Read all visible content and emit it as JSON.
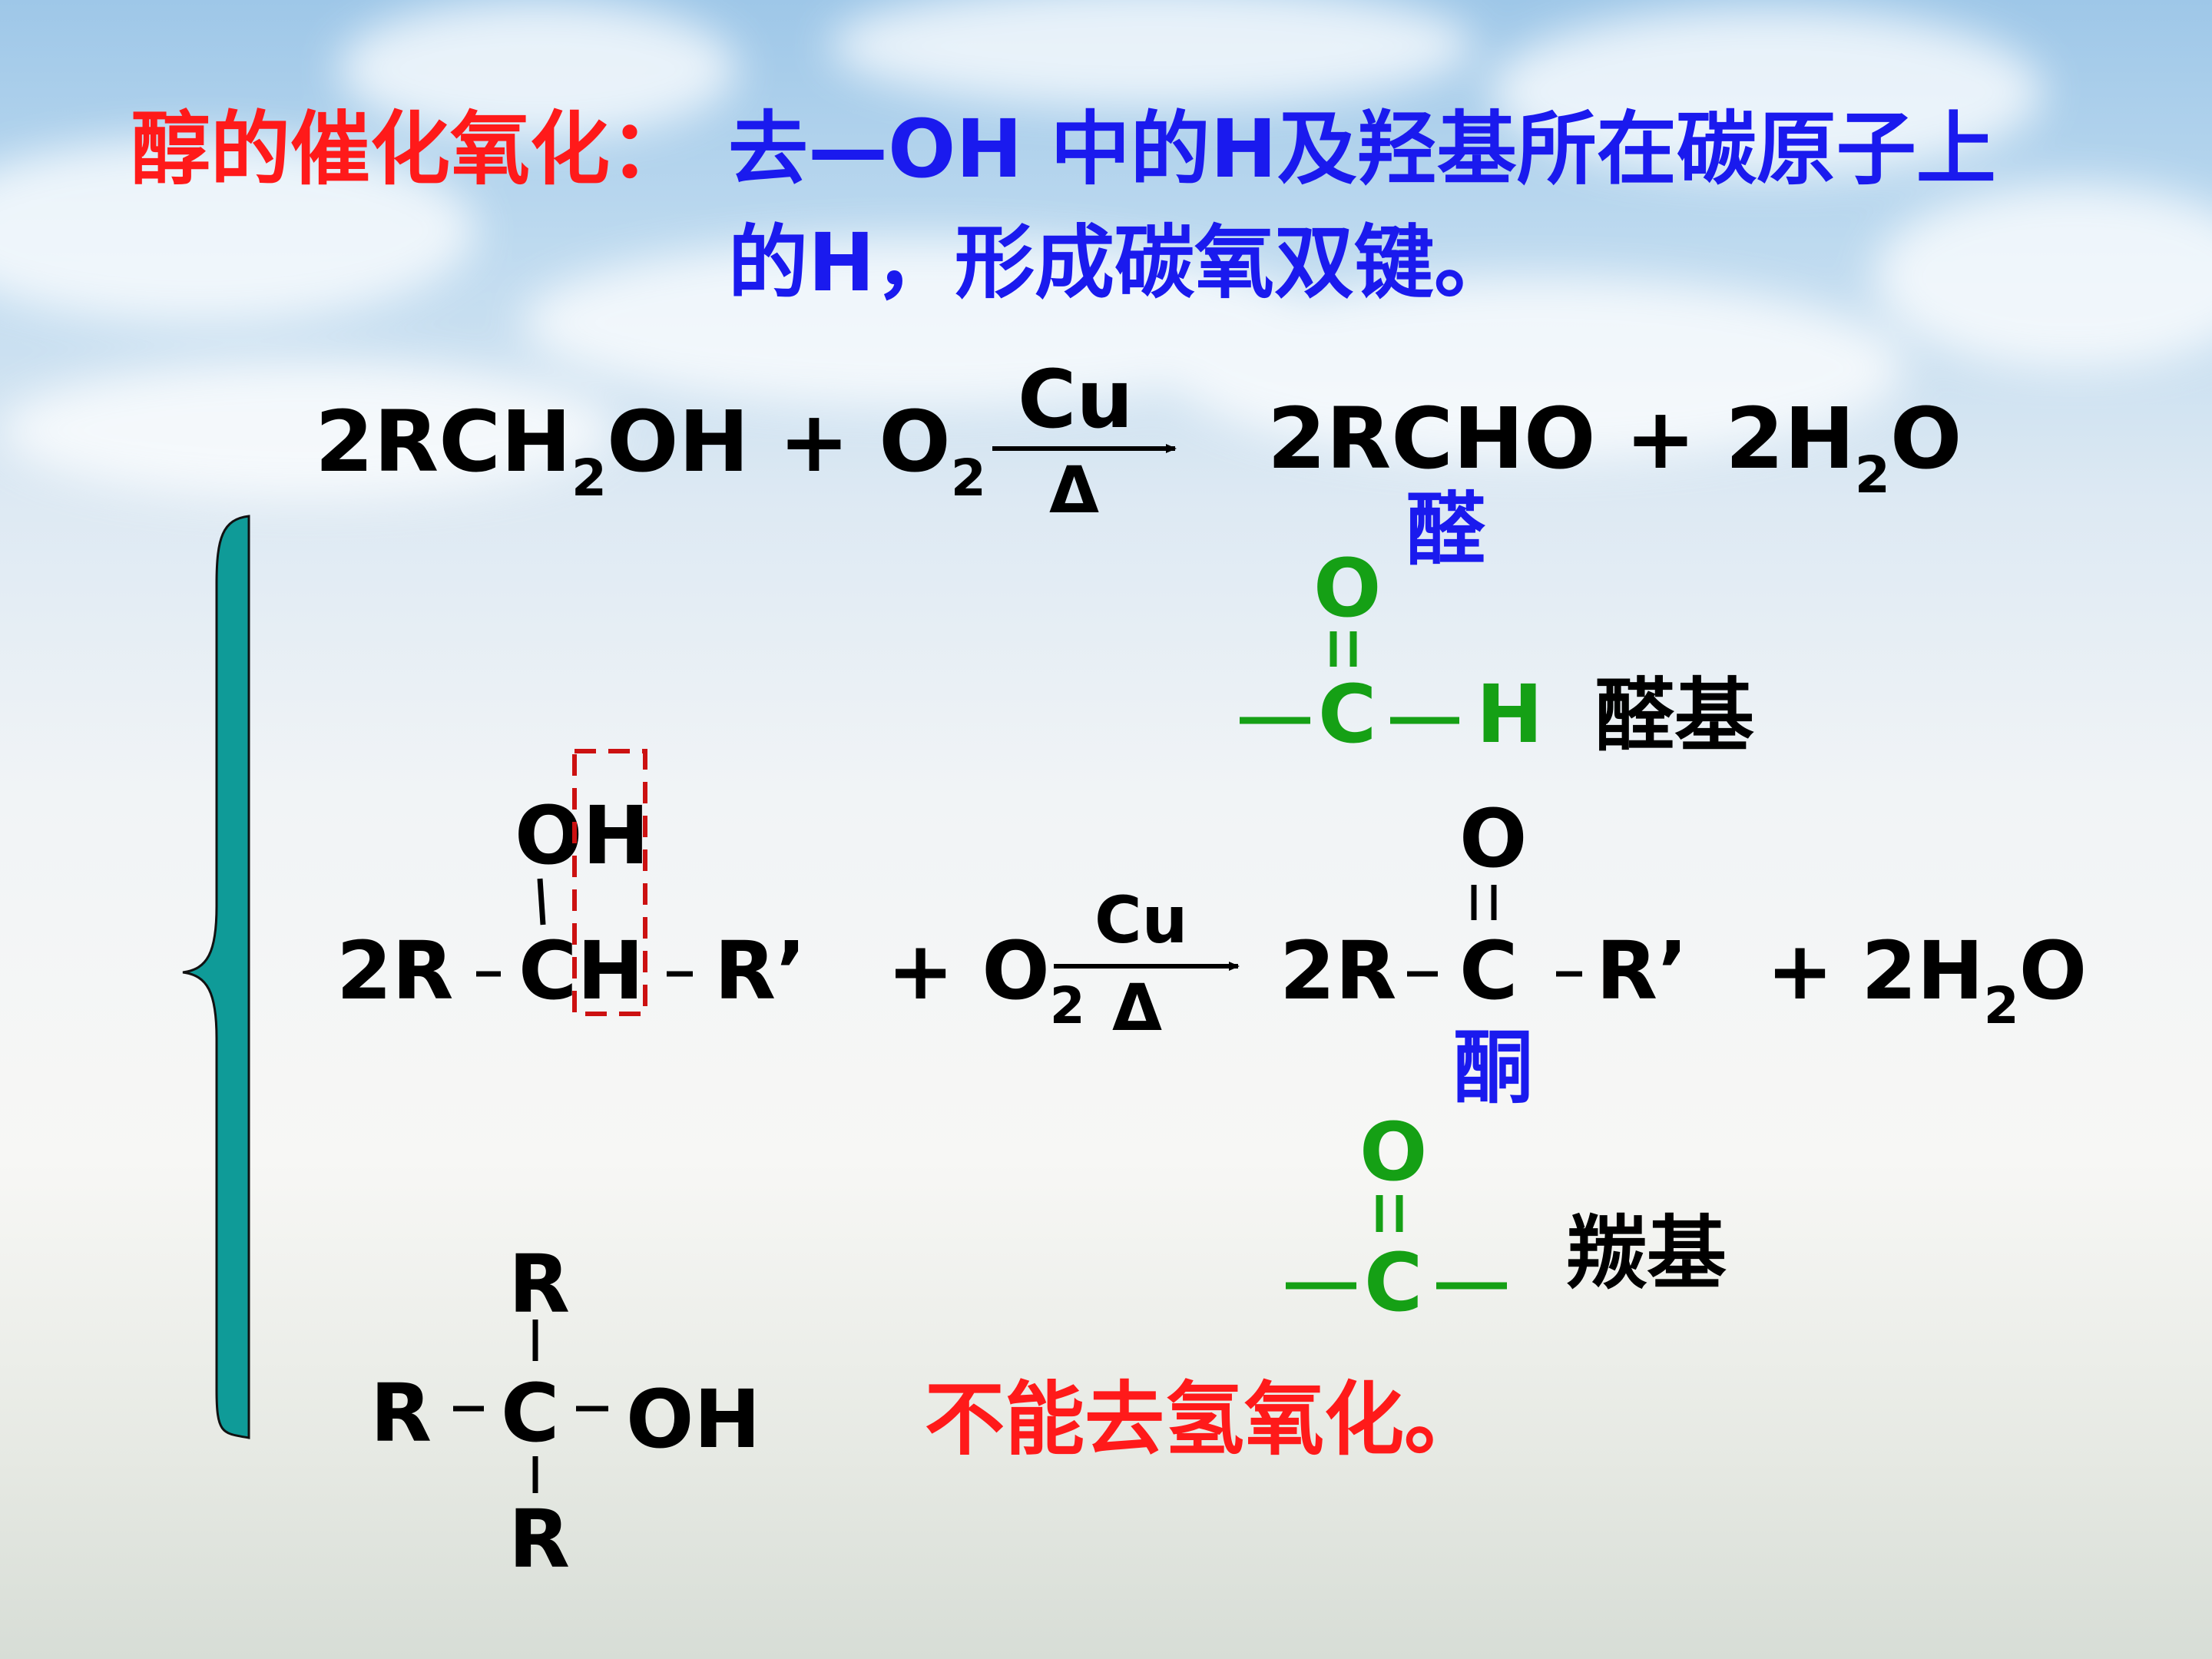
{
  "title": {
    "label": "醇的催化氧化：",
    "text_line1": "去—OH 中的H及羟基所在碳原子上",
    "text_line2": "的H，形成碳氧双键。"
  },
  "reaction1": {
    "reactant1_pre": "2RCH",
    "reactant1_sub": "2",
    "reactant1_post": "OH + O",
    "o2_sub": "2",
    "catalyst": "Cu",
    "condition": "Δ",
    "product_pre": "2RCHO + 2H",
    "product_sub": "2",
    "product_post": "O",
    "product_class": "醛"
  },
  "aldehyde_group": {
    "o_atom": "O",
    "double_bond": "=",
    "left_bond": "—",
    "c_atom": "C",
    "right_bond": "—",
    "h_atom": "H",
    "name": "醛基"
  },
  "reaction2": {
    "oh_label": "OH",
    "left_r": "2R",
    "c_label": "CH",
    "right_r": "R’",
    "bond": "–",
    "vbond": "|",
    "o2_pre": "+ O",
    "o2_sub": "2",
    "catalyst": "Cu",
    "condition": "Δ",
    "product_o": "O",
    "product_double": "=",
    "product_left_r": "2R",
    "product_c": "C",
    "product_right_r": "R’",
    "water_pre": "+ 2H",
    "water_sub": "2",
    "water_post": "O",
    "product_class": "酮"
  },
  "carbonyl_group": {
    "o_atom": "O",
    "double_bond": "=",
    "left_bond": "—",
    "c_atom": "C",
    "right_bond": "—",
    "name": "羰基"
  },
  "tertiary_alcohol": {
    "top_r": "R",
    "left_r": "R",
    "c_atom": "C",
    "oh": "OH",
    "bottom_r": "R",
    "bond": "–",
    "vbond": "|",
    "note": "不能去氢氧化。"
  },
  "colors": {
    "title_label": "#ff1a1a",
    "title_text": "#1a1aee",
    "formula": "#000000",
    "group": "#15a015",
    "class_name": "#1a1aee",
    "note": "#ff1a1a",
    "brace": "#0f9b98",
    "highlight_box": "#cc1111"
  }
}
